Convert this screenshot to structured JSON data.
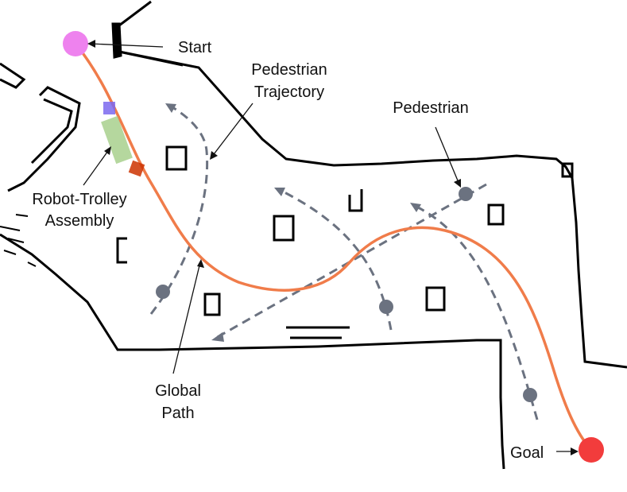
{
  "labels": {
    "start": "Start",
    "pedestrian_trajectory_line1": "Pedestrian",
    "pedestrian_trajectory_line2": "Trajectory",
    "pedestrian": "Pedestrian",
    "robot_trolley_line1": "Robot-Trolley",
    "robot_trolley_line2": "Assembly",
    "global_path_line1": "Global",
    "global_path_line2": "Path",
    "goal": "Goal"
  },
  "colors": {
    "map_walls": "#000000",
    "start_marker": "#ee82ee",
    "goal_marker": "#f23c3c",
    "global_path": "#f07c4a",
    "pedestrian": "#6b7280",
    "pedestrian_trajectory": "#6b7280",
    "robot": "#7b68ee",
    "trolley": "#a8d08d",
    "trolley_end": "#cc3300"
  }
}
